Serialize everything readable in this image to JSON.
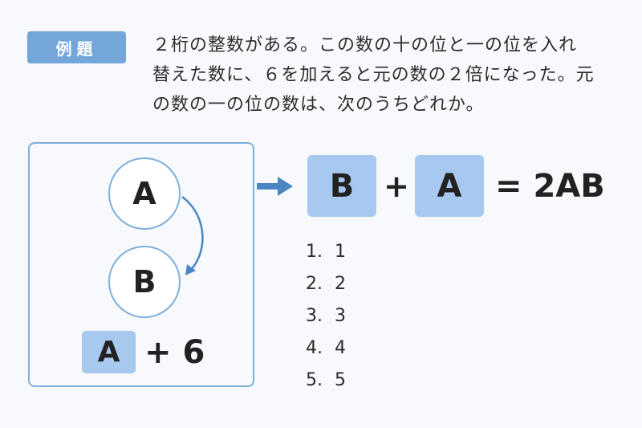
{
  "header": {
    "badge": "例題"
  },
  "problem": {
    "lines": [
      "２桁の整数がある。この数の十の位と一の位を入れ",
      "替えた数に、６を加えると元の数の２倍になった。元",
      "の数の一の位の数は、次のうちどれか。"
    ]
  },
  "diagram": {
    "circle_top": "A",
    "circle_bottom": "B",
    "add_box": "A",
    "add_text": "+ 6"
  },
  "equation": {
    "left_box": "B",
    "plus": "+",
    "right_box": "A",
    "result": "= 2AB"
  },
  "choices": [
    {
      "num": "1.",
      "value": "1"
    },
    {
      "num": "2.",
      "value": "2"
    },
    {
      "num": "3.",
      "value": "3"
    },
    {
      "num": "4.",
      "value": "4"
    },
    {
      "num": "5.",
      "value": "5"
    }
  ],
  "colors": {
    "accent": "#74a6da",
    "box_fill": "#a8c9ef",
    "border": "#7eb0dc",
    "arrow": "#4a86c3"
  }
}
